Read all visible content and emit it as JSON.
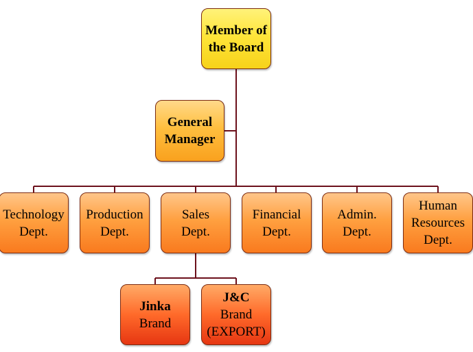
{
  "board": {
    "line1": "Member of",
    "line2": "the Board"
  },
  "general_manager": {
    "line1": "General",
    "line2": "Manager"
  },
  "departments": [
    {
      "line1": "Technology",
      "line2": "Dept."
    },
    {
      "line1": "Production",
      "line2": "Dept."
    },
    {
      "line1": "Sales",
      "line2": "Dept."
    },
    {
      "line1": "Financial",
      "line2": "Dept."
    },
    {
      "line1": "Admin.",
      "line2": "Dept."
    },
    {
      "line1": "Human",
      "line2": "Resources",
      "line3": "Dept."
    }
  ],
  "brands": [
    {
      "line1": "Jinka",
      "line2": "Brand"
    },
    {
      "line1": "J&C",
      "line2": "Brand",
      "line3": "(EXPORT)"
    }
  ],
  "colors": {
    "connector": "#6b0f1a",
    "border": "#7a2a10"
  }
}
